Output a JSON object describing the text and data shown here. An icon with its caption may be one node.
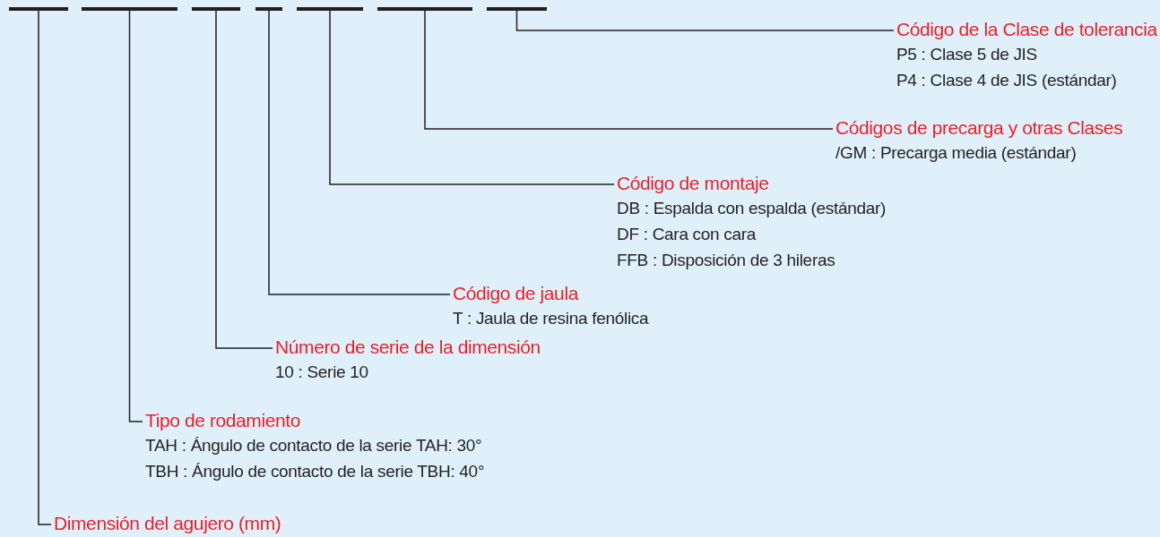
{
  "diagram": {
    "nodes": [
      {
        "text": [],
        "shape": "bar"
      },
      {
        "text": [],
        "shape": "bar"
      },
      {
        "text": [],
        "shape": "bar"
      },
      {
        "text": [],
        "shape": "bar"
      },
      {
        "text": [],
        "shape": "bar"
      },
      {
        "text": [],
        "shape": "bar"
      },
      {
        "text": [],
        "shape": "bar"
      },
      {
        "text": [
          "Código de la Clase de tolerancia",
          "P5 : Clase 5 de JIS",
          "P4 : Clase 4 de JIS (estándar)"
        ]
      },
      {
        "text": [
          "Códigos de precarga y otras Clases",
          "/GM : Precarga media (estándar)"
        ]
      },
      {
        "text": [
          "Código de montaje",
          "DB : Espalda con espalda (estándar)",
          "DF : Cara con cara",
          "FFB : Disposición de 3 hileras"
        ]
      },
      {
        "text": [
          "Código de jaula",
          "T : Jaula de resina fenólica"
        ]
      },
      {
        "text": [
          "Número de serie de la dimensión",
          "10 : Serie 10"
        ]
      },
      {
        "text": [
          "Tipo de rodamiento",
          "TAH : Ángulo de contacto de la serie TAH: 30°",
          "TBH : Ángulo de contacto de la serie TBH: 40°"
        ]
      },
      {
        "text": [
          "Dimensión del agujero (mm)"
        ]
      }
    ],
    "edges": [
      {
        "from": 6,
        "to": 7,
        "arrow": "none"
      },
      {
        "from": 5,
        "to": 8,
        "arrow": "none"
      },
      {
        "from": 4,
        "to": 9,
        "arrow": "none"
      },
      {
        "from": 3,
        "to": 10,
        "arrow": "none"
      },
      {
        "from": 2,
        "to": 11,
        "arrow": "none"
      },
      {
        "from": 1,
        "to": 12,
        "arrow": "none"
      },
      {
        "from": 0,
        "to": 13,
        "arrow": "none"
      }
    ]
  }
}
